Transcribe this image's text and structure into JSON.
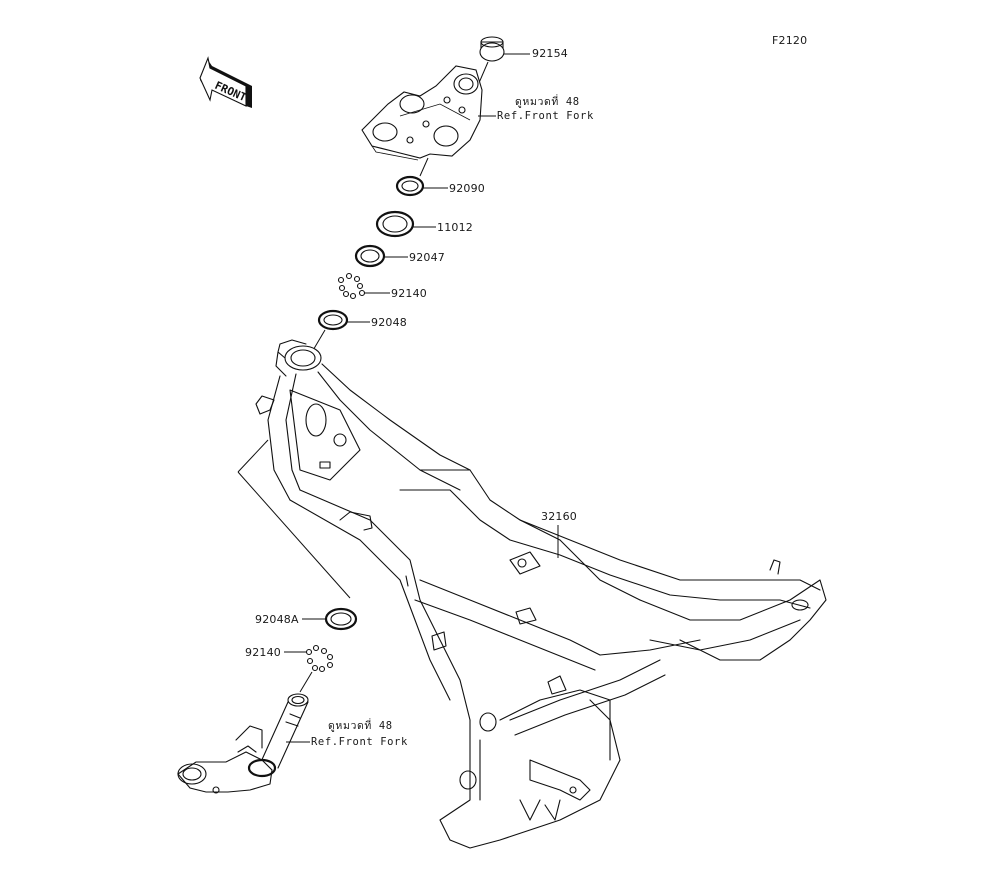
{
  "figure_code": "F2120",
  "front_badge": "FRONT",
  "parts": [
    {
      "id": "p92154",
      "number": "92154"
    },
    {
      "id": "p92090",
      "number": "92090"
    },
    {
      "id": "p11012",
      "number": "11012"
    },
    {
      "id": "p92047",
      "number": "92047"
    },
    {
      "id": "p92140a",
      "number": "92140"
    },
    {
      "id": "p92048",
      "number": "92048"
    },
    {
      "id": "p32160",
      "number": "32160"
    },
    {
      "id": "p92048A",
      "number": "92048A"
    },
    {
      "id": "p92140b",
      "number": "92140"
    }
  ],
  "references": [
    {
      "thai": "ดูหมวดที่ 48",
      "english": "Ref.Front Fork"
    },
    {
      "thai": "ดูหมวดที่ 48",
      "english": "Ref.Front Fork"
    }
  ]
}
